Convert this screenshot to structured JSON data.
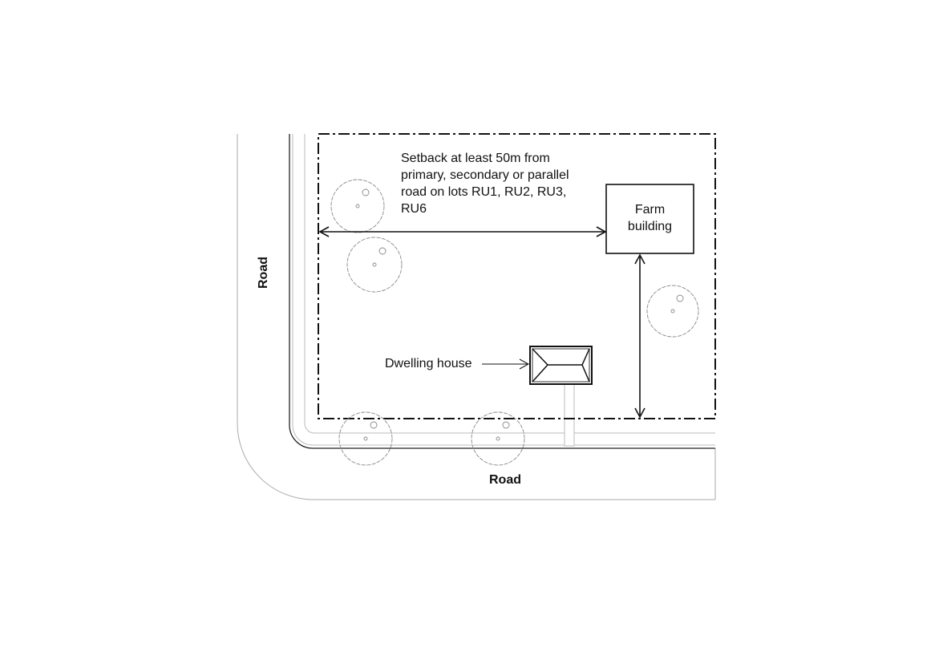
{
  "labels": {
    "setback_line1": "Setback at least 50m from",
    "setback_line2": "primary, secondary or parallel",
    "setback_line3": "road on lots RU1, RU2, RU3,",
    "setback_line4": "RU6",
    "farm_building_line1": "Farm",
    "farm_building_line2": "building",
    "dwelling_house": "Dwelling house",
    "road_left": "Road",
    "road_bottom": "Road"
  }
}
